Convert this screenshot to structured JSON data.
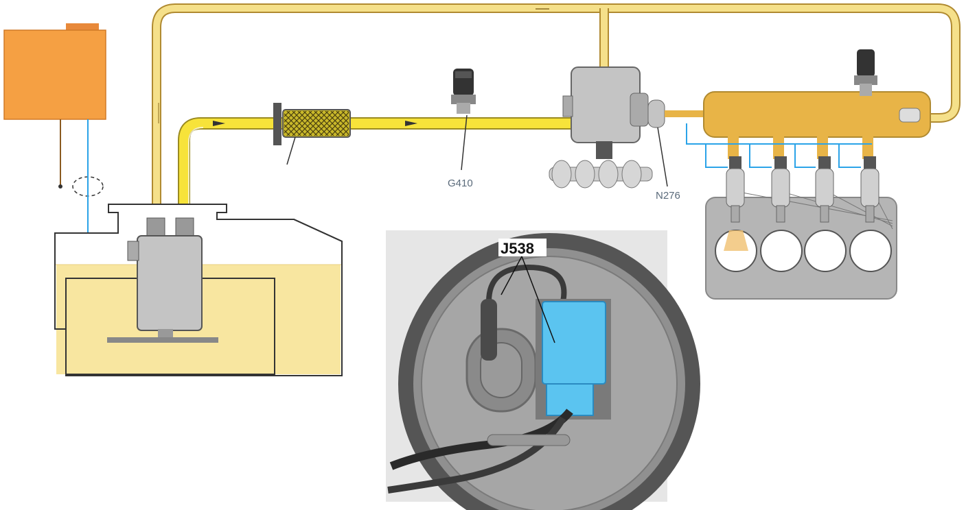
{
  "labels": {
    "g410": "G410",
    "n276": "N276",
    "j538": "J538"
  },
  "colors": {
    "low_pressure_fuel": "#f7e33a",
    "return_line": "#f5e08a",
    "high_pressure_rail": "#e8b447",
    "control_unit": "#f5a043",
    "signal_wire": "#2aa3e8",
    "tank_fuel": "#f8e6a0",
    "engine_block": "#b5b5b5",
    "pump_body": "#c4c4c4",
    "inset_module": "#5bc4f0"
  },
  "icons": {
    "control_unit": "ecu-box-icon",
    "fuel_filter": "fuel-filter-icon",
    "pressure_sensor": "pressure-sensor-icon",
    "high_pressure_pump": "high-pressure-pump-icon",
    "fuel_rail": "fuel-rail-icon",
    "injector": "injector-icon"
  }
}
